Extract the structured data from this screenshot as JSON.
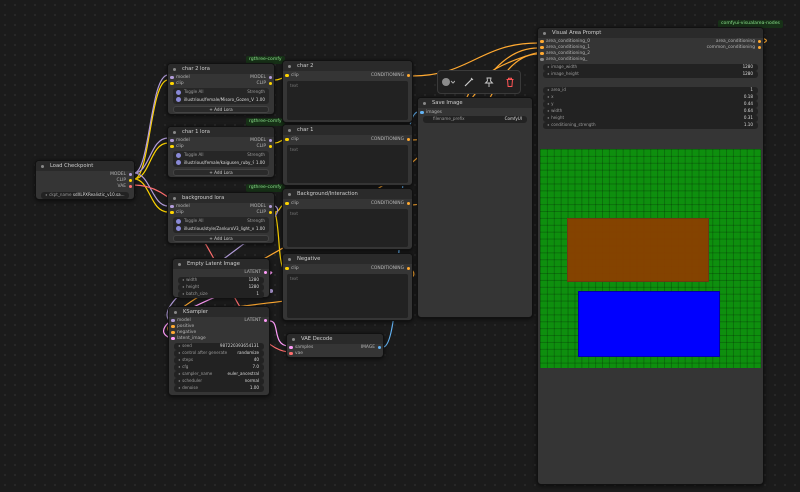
{
  "colors": {
    "model": "#b39ddb",
    "clip": "#ffd500",
    "conditioning": "#ffa931",
    "latent": "#ff9cf9",
    "vae": "#ff6e6e",
    "image": "#64b5f6",
    "int": "#7ed957",
    "canvas_bg": "#1b1b1b",
    "node_bg": "#353535",
    "tag_bg": "#173117",
    "tag_fg": "#89e08a"
  },
  "tags": {
    "rgthree": "rgthree-comfy",
    "visual": "comfyui-visualarea-nodes"
  },
  "load_checkpoint": {
    "title": "Load Checkpoint",
    "out_model": "MODEL",
    "out_clip": "CLIP",
    "out_vae": "VAE",
    "ckpt_label": "ckpt_name",
    "ckpt_value": "sdXLPXRealistic_v10.sa..."
  },
  "char2_lora": {
    "title": "char 2 lora",
    "in_model": "model",
    "in_clip": "clip",
    "out_model": "MODEL",
    "out_clip": "CLIP",
    "toggle_label": "Toggle All",
    "strength_label": "Strength",
    "lora_name": "illustrious/female/Misoro_Gozen_V1.saf...",
    "lora_strength": "1.00",
    "add": "+ Add Lora"
  },
  "char1_lora": {
    "title": "char 1 lora",
    "in_model": "model",
    "in_clip": "clip",
    "out_model": "MODEL",
    "out_clip": "CLIP",
    "toggle_label": "Toggle All",
    "strength_label": "Strength",
    "lora_name": "illustrious/female/kaigusen_ruby_997...",
    "lora_strength": "1.00",
    "add": "+ Add Lora"
  },
  "background_lora": {
    "title": "background lora",
    "in_model": "model",
    "in_clip": "clip",
    "out_model": "MODEL",
    "out_clip": "CLIP",
    "toggle_label": "Toggle All",
    "strength_label": "Strength",
    "lora_name": "illustrious/style/ZankuroV3_light_v2.saf...",
    "lora_strength": "1.00",
    "add": "+ Add Lora"
  },
  "char2": {
    "title": "char 2",
    "in_clip": "clip",
    "out": "CONDITIONING",
    "text": "text"
  },
  "char1": {
    "title": "char 1",
    "in_clip": "clip",
    "out": "CONDITIONING",
    "text": "text"
  },
  "background": {
    "title": "Background/Interaction",
    "in_clip": "clip",
    "out": "CONDITIONING",
    "text": "text"
  },
  "negative": {
    "title": "Negative",
    "in_clip": "clip",
    "out": "CONDITIONING",
    "text": "text"
  },
  "empty_latent": {
    "title": "Empty Latent Image",
    "out": "LATENT",
    "widgets": [
      {
        "label": "width",
        "value": "1280"
      },
      {
        "label": "height",
        "value": "1280"
      },
      {
        "label": "batch_size",
        "value": "1"
      }
    ]
  },
  "ksampler": {
    "title": "KSampler",
    "inputs": [
      "model",
      "positive",
      "negative",
      "latent_image"
    ],
    "out": "LATENT",
    "widgets": [
      {
        "label": "seed",
        "value": "987220393654131"
      },
      {
        "label": "control after generate",
        "value": "randomize"
      },
      {
        "label": "steps",
        "value": "40"
      },
      {
        "label": "cfg",
        "value": "7.0"
      },
      {
        "label": "sampler_name",
        "value": "euler_ancestral"
      },
      {
        "label": "scheduler",
        "value": "normal"
      },
      {
        "label": "denoise",
        "value": "1.00"
      }
    ]
  },
  "vae_decode": {
    "title": "VAE Decode",
    "in_samples": "samples",
    "in_vae": "vae",
    "out": "IMAGE"
  },
  "save_image": {
    "title": "Save Image",
    "in_images": "images",
    "prefix_label": "filename_prefix",
    "prefix_value": "ComfyUI"
  },
  "visual_area": {
    "title": "Visual Area Prompt",
    "inputs": [
      "area_conditioning_0",
      "area_conditioning_1",
      "area_conditioning_2",
      "area_conditioning_"
    ],
    "out1": "area_conditioning",
    "out2": "common_conditioning",
    "size_widgets": [
      {
        "label": "image_width",
        "value": "1280"
      },
      {
        "label": "image_height",
        "value": "1280"
      }
    ],
    "area_widgets": [
      {
        "label": "area_id",
        "value": "1"
      },
      {
        "label": "x",
        "value": "0.18"
      },
      {
        "label": "y",
        "value": "0.44"
      },
      {
        "label": "width",
        "value": "0.64"
      },
      {
        "label": "height",
        "value": "0.31"
      },
      {
        "label": "conditioning_strength",
        "value": "1.10"
      }
    ]
  },
  "toolbar": {
    "icons": [
      "color-circle-icon",
      "wand-icon",
      "pin-icon",
      "trash-icon"
    ]
  }
}
